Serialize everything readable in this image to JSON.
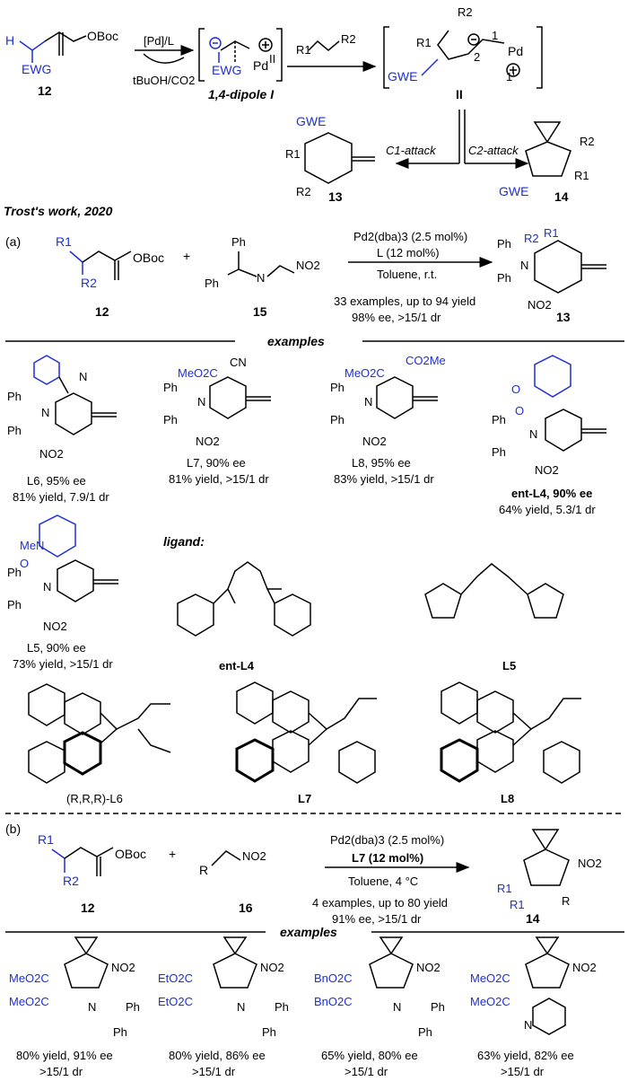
{
  "top": {
    "labels": {
      "c12": "12",
      "dipole": "1,4-dipole I",
      "ii": "II",
      "c13": "13",
      "c14": "14"
    },
    "reagent1_above": "[Pd]/L",
    "reagent1_below": "tBuOH/CO2",
    "c1_attack": "C1-attack",
    "c2_attack": "C2-attack",
    "atoms": {
      "h": "H",
      "ewg": "EWG",
      "oboc": "OBoc",
      "gwe": "GWE",
      "pd": "Pd",
      "pd_sup": "II",
      "r1": "R1",
      "r2": "R2",
      "n1": "1",
      "n2": "2",
      "n1p": "1'"
    }
  },
  "trost": "Trost's work, 2020",
  "part_a": {
    "tag": "(a)",
    "cond1": "Pd2(dba)3 (2.5 mol%)",
    "cond2": "L (12 mol%)",
    "cond3": "Toluene, r.t.",
    "result1": "33 examples, up to 94 yield",
    "result2": "98% ee, >15/1 dr",
    "labels": {
      "c12": "12",
      "c15": "15",
      "c13": "13"
    },
    "atoms": {
      "no2": "NO2",
      "ph": "Ph",
      "n": "N",
      "plus": "+"
    },
    "examples_header": "examples",
    "examples": [
      {
        "id": "L6",
        "line1": "L6, 95% ee",
        "line2": "81% yield, 7.9/1 dr"
      },
      {
        "id": "L7",
        "line1": "L7, 90% ee",
        "line2": "81% yield, >15/1 dr"
      },
      {
        "id": "L8",
        "line1": "L8, 95% ee",
        "line2": "83% yield, >15/1 dr"
      },
      {
        "id": "ent-L4",
        "line1": "ent-L4, 90% ee",
        "line2": "64% yield, 5.3/1 dr"
      },
      {
        "id": "L5",
        "line1": "L5, 90% ee",
        "line2": "73% yield, >15/1 dr"
      }
    ],
    "ligand_header": "ligand:",
    "ligands": [
      "ent-L4",
      "L5",
      "(R,R,R)-L6",
      "L7",
      "L8"
    ]
  },
  "part_b": {
    "tag": "(b)",
    "cond1": "Pd2(dba)3 (2.5 mol%)",
    "cond2": "L7 (12 mol%)",
    "cond3": "Toluene, 4 °C",
    "result1": "4 examples, up to 80 yield",
    "result2": "91% ee, >15/1 dr",
    "labels": {
      "c12": "12",
      "c16": "16",
      "c14": "14"
    },
    "examples_header": "examples",
    "examples": [
      {
        "ester": "MeO2C",
        "line1": "80% yield, 91% ee",
        "line2": ">15/1 dr"
      },
      {
        "ester": "EtO2C",
        "line1": "80% yield, 86% ee",
        "line2": ">15/1 dr"
      },
      {
        "ester": "BnO2C",
        "line1": "65% yield, 80% ee",
        "line2": ">15/1 dr"
      },
      {
        "ester": "MeO2C",
        "line1": "63% yield, 82% ee",
        "line2": ">15/1 dr"
      }
    ]
  }
}
